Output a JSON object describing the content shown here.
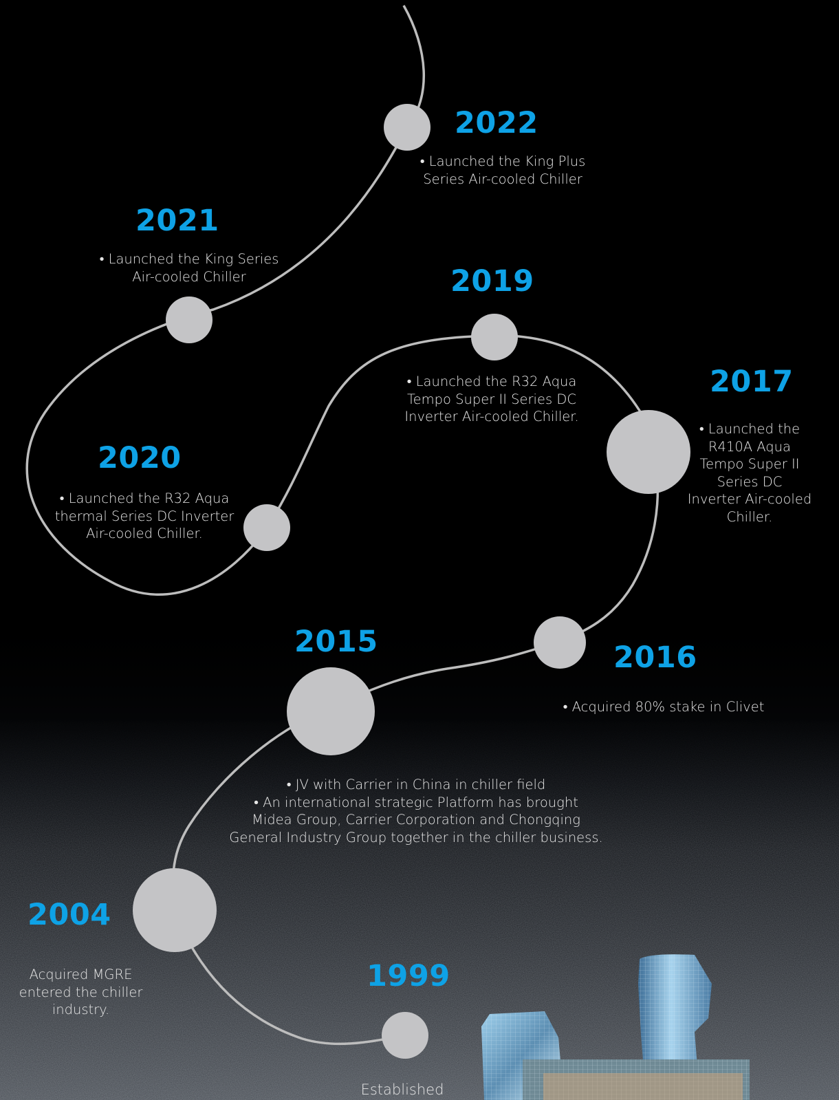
{
  "milestones": [
    {
      "year": "2022",
      "lines": [
        "• Launched the King Plus",
        "Series Air-cooled Chiller"
      ]
    },
    {
      "year": "2021",
      "lines": [
        "• Launched the King Series",
        "Air-cooled Chiller"
      ]
    },
    {
      "year": "2020",
      "lines": [
        "• Launched the R32 Aqua",
        "thermal Series DC Inverter",
        "Air-cooled Chiller."
      ]
    },
    {
      "year": "2019",
      "lines": [
        "• Launched the R32 Aqua",
        "Tempo Super II Series DC",
        "Inverter Air-cooled Chiller."
      ]
    },
    {
      "year": "2017",
      "lines": [
        "• Launched the",
        "R410A Aqua",
        "Tempo Super II",
        "Series DC",
        "Inverter Air-cooled",
        "Chiller."
      ]
    },
    {
      "year": "2016",
      "lines": [
        "• Acquired 80% stake in Clivet"
      ]
    },
    {
      "year": "2015",
      "lines": [
        "• JV with Carrier in China in chiller field",
        "• An international strategic Platform has brought",
        "Midea Group, Carrier Corporation and Chongqing",
        "General Industry Group together in the chiller business."
      ]
    },
    {
      "year": "2004",
      "lines": [
        "Acquired MGRE",
        "entered the chiller",
        "industry."
      ]
    },
    {
      "year": "1999",
      "lines": [
        "Established"
      ]
    }
  ],
  "colors": {
    "year": "#0ea2e6",
    "node": "#c4c4c6",
    "path": "#bdbdbd",
    "text": "#e6e6e6",
    "background": "#000000"
  }
}
